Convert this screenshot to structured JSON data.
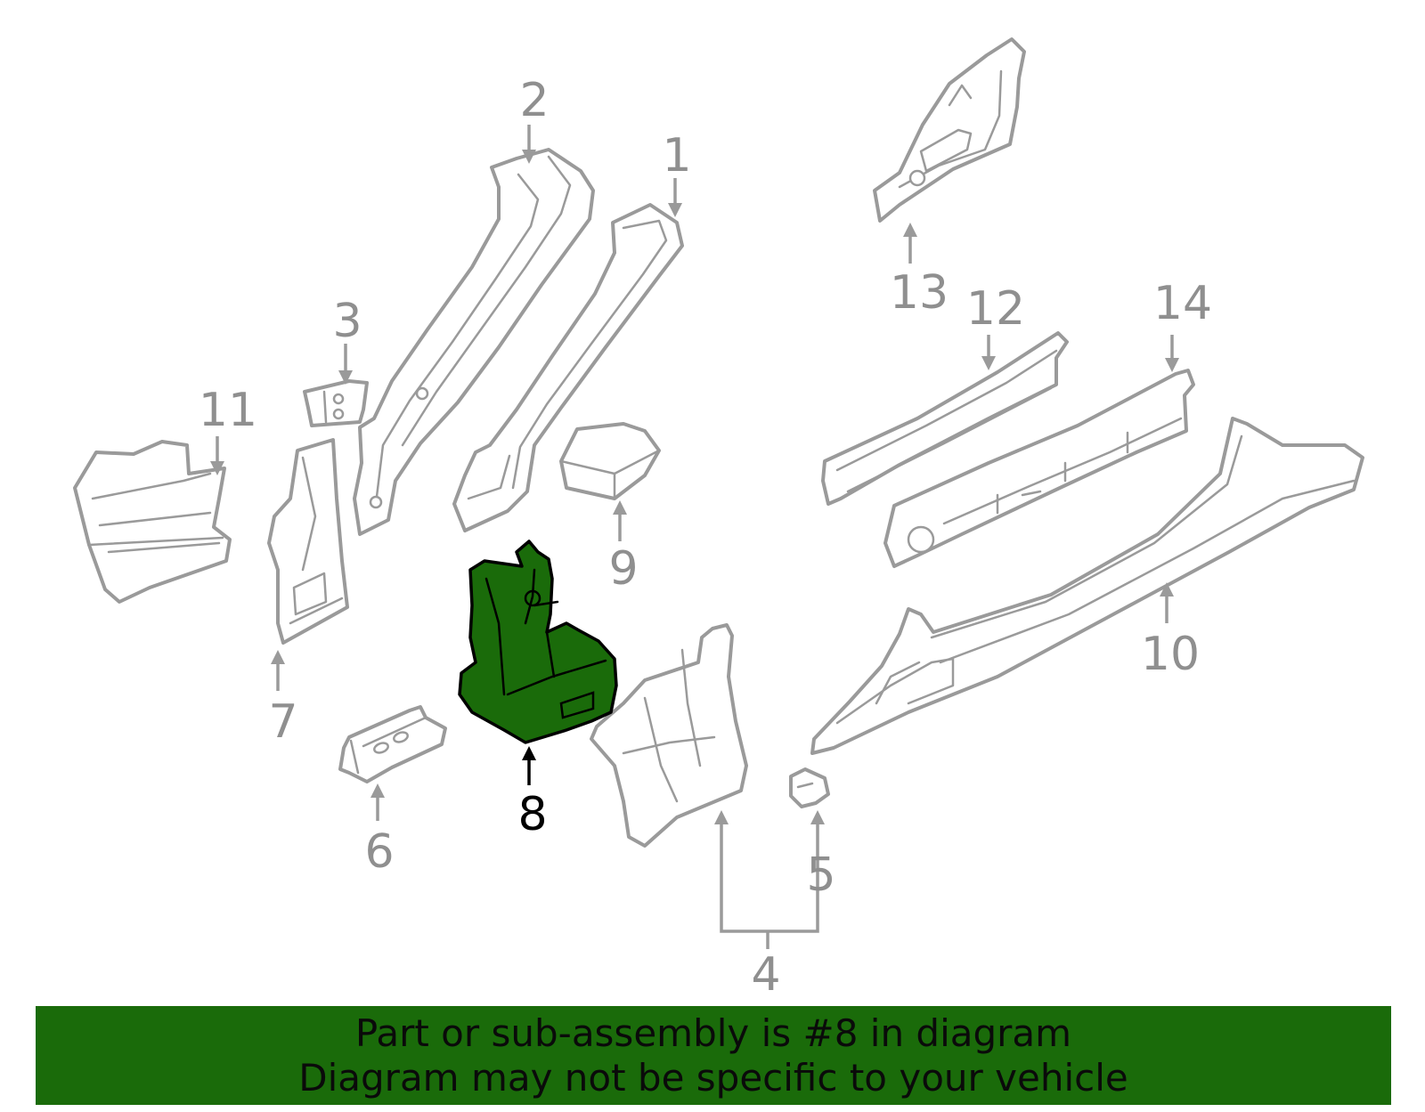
{
  "diagram": {
    "selected_part": "8",
    "highlight_color": "#1a6b0a",
    "callouts": [
      "1",
      "2",
      "3",
      "4",
      "5",
      "6",
      "7",
      "8",
      "9",
      "10",
      "11",
      "12",
      "13",
      "14"
    ]
  },
  "banner": {
    "line1": "Part or sub-assembly is #8 in diagram",
    "line2": "Diagram may not be specific to your vehicle",
    "background": "#1a6b0a"
  }
}
